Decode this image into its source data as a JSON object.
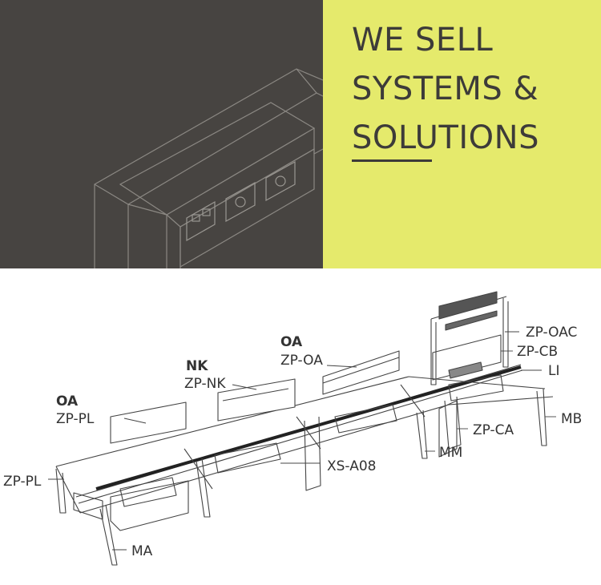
{
  "banner": {
    "headline": [
      "WE SELL",
      "SYSTEMS &",
      "SOLUTIONS"
    ],
    "colors": {
      "dark_panel": "#474441",
      "accent_panel": "#e5ea6c",
      "text": "#3d3b39"
    }
  },
  "diagram": {
    "labels": {
      "zp_oac": "ZP-OAC",
      "zp_cb": "ZP-CB",
      "li": "LI",
      "mb": "MB",
      "zp_ca": "ZP-CA",
      "mm": "MM",
      "xs_a08": "XS-A08",
      "ma": "MA",
      "zp_pl_left": "ZP-PL",
      "oa_left_heading": "OA",
      "zp_pl": "ZP-PL",
      "nk_heading": "NK",
      "zp_nk": "ZP-NK",
      "oa_heading": "OA",
      "zp_oa": "ZP-OA"
    }
  }
}
